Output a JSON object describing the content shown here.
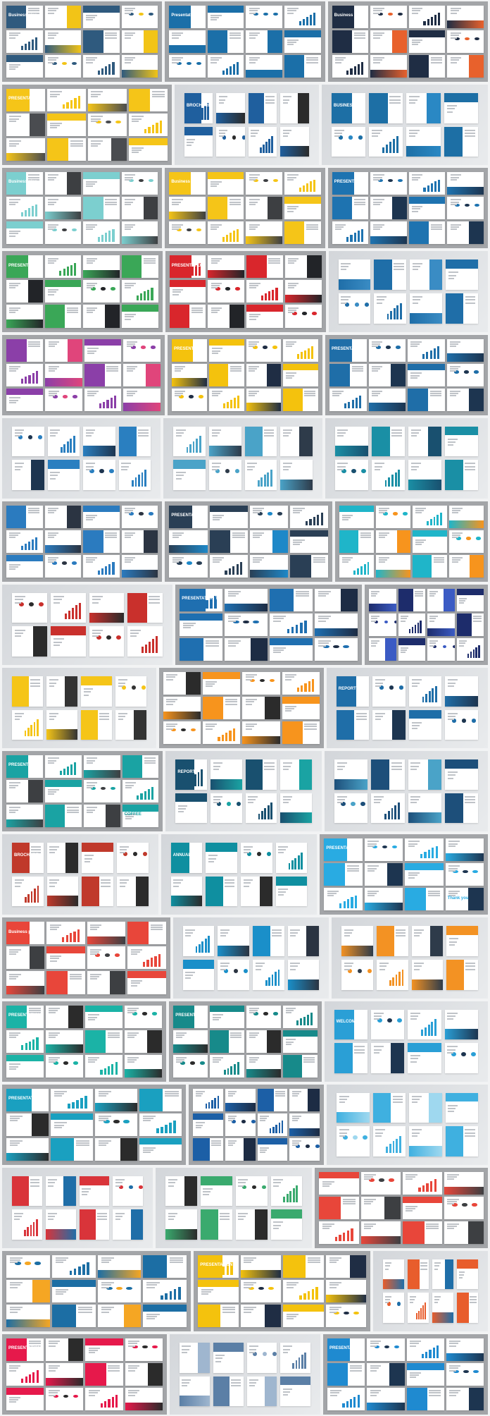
{
  "rows": [
    {
      "tiles": [
        {
          "kind": "deck",
          "accent": "#2f5a7e",
          "accent2": "#f2c417",
          "label": "Business plan"
        },
        {
          "kind": "deck",
          "accent": "#1b6fa8",
          "accent2": "#1b6fa8",
          "label": "Presentation"
        },
        {
          "kind": "deck",
          "accent": "#1f2d44",
          "accent2": "#e8612c",
          "label": "Business plan"
        }
      ],
      "widths": [
        1,
        1,
        1
      ]
    },
    {
      "tiles": [
        {
          "kind": "deck",
          "accent": "#f5c518",
          "accent2": "#4a4c50",
          "label": "PRESENTATION"
        },
        {
          "kind": "brochure",
          "accent": "#1f5f9e",
          "accent2": "#2b2b2b",
          "label": "BROCHURE"
        },
        {
          "kind": "brochure",
          "accent": "#1d6fa5",
          "accent2": "#2a88c4",
          "label": "BUSINESS REPORT"
        }
      ],
      "widths": [
        1.1,
        0.85,
        1.0
      ]
    },
    {
      "tiles": [
        {
          "kind": "deck",
          "accent": "#7ccfcf",
          "accent2": "#3d3f42",
          "label": "Business plan"
        },
        {
          "kind": "deck",
          "accent": "#f5c518",
          "accent2": "#3d3f42",
          "label": "Business plan"
        },
        {
          "kind": "deck",
          "accent": "#1e73b0",
          "accent2": "#1d3550",
          "label": "PRESENTATION"
        }
      ],
      "widths": [
        1,
        1,
        1
      ]
    },
    {
      "tiles": [
        {
          "kind": "deck",
          "accent": "#3aa757",
          "accent2": "#222428",
          "label": "PRESENTATION"
        },
        {
          "kind": "deck",
          "accent": "#d9262c",
          "accent2": "#222428",
          "label": "PRESENTATION"
        },
        {
          "kind": "brochure",
          "accent": "#1f6ea8",
          "accent2": "#3a8cc4",
          "label": ""
        }
      ],
      "widths": [
        1.0,
        1.0,
        0.92
      ]
    },
    {
      "tiles": [
        {
          "kind": "deck",
          "accent": "#8b3fa8",
          "accent2": "#e0457b",
          "label": ""
        },
        {
          "kind": "deck",
          "accent": "#f4c20d",
          "accent2": "#1f2d44",
          "label": "PRESENTATION"
        },
        {
          "kind": "deck",
          "accent": "#1f6ea8",
          "accent2": "#1d3550",
          "label": "PRESENTATION"
        }
      ],
      "widths": [
        1.0,
        0.95,
        1.0
      ]
    },
    {
      "tiles": [
        {
          "kind": "brochure",
          "accent": "#2a7fc0",
          "accent2": "#1d3550",
          "label": ""
        },
        {
          "kind": "brochure",
          "accent": "#4aa3c8",
          "accent2": "#2e3b4a",
          "label": ""
        },
        {
          "kind": "brochure",
          "accent": "#1a8fa5",
          "accent2": "#19506f",
          "label": ""
        }
      ],
      "widths": [
        1,
        1,
        1.03
      ]
    },
    {
      "tiles": [
        {
          "kind": "deck",
          "accent": "#2b7bbf",
          "accent2": "#2b3442",
          "label": ""
        },
        {
          "kind": "deck",
          "accent": "#2a3f55",
          "accent2": "#1e88c8",
          "label": "PRESENTATION"
        },
        {
          "kind": "deck",
          "accent": "#1fb5c9",
          "accent2": "#f7941d",
          "label": ""
        }
      ],
      "widths": [
        1.0,
        1.05,
        0.95
      ]
    },
    {
      "tiles": [
        {
          "kind": "brochure",
          "accent": "#c9302c",
          "accent2": "#2b2b2b",
          "label": ""
        },
        {
          "kind": "deck",
          "accent": "#1f6fb0",
          "accent2": "#1d2c44",
          "label": "PRESENTATION TEMPLATE"
        },
        {
          "kind": "deck",
          "accent": "#1d2c6b",
          "accent2": "#3b5bc4",
          "label": ""
        }
      ],
      "widths": [
        1.0,
        1.18,
        0.76
      ]
    },
    {
      "tiles": [
        {
          "kind": "brochure",
          "accent": "#f5c518",
          "accent2": "#333",
          "label": ""
        },
        {
          "kind": "deck",
          "accent": "#f7941d",
          "accent2": "#2b2b2b",
          "label": ""
        },
        {
          "kind": "brochure",
          "accent": "#1f6ea8",
          "accent2": "#1d3550",
          "label": "REPORT"
        }
      ],
      "widths": [
        0.93,
        1.08,
        0.98
      ]
    },
    {
      "tiles": [
        {
          "kind": "deck",
          "accent": "#1aa3a3",
          "accent2": "#3d3f42",
          "label": "PRESENTATION TEMPLATE",
          "extra": "COFFEE"
        },
        {
          "kind": "brochure",
          "accent": "#19506f",
          "accent2": "#1aa3a3",
          "label": "REPORT"
        },
        {
          "kind": "brochure",
          "accent": "#1d4f7a",
          "accent2": "#4aa3c8",
          "label": ""
        }
      ],
      "widths": [
        1.05,
        0.94,
        0.99
      ]
    },
    {
      "tiles": [
        {
          "kind": "brochure",
          "accent": "#c0392b",
          "accent2": "#2b2b2b",
          "label": "BROCHURE"
        },
        {
          "kind": "brochure",
          "accent": "#0f8fa0",
          "accent2": "#2b2b2b",
          "label": "ANNUAL REPORT"
        },
        {
          "kind": "deck",
          "accent": "#29abe2",
          "accent2": "#1d3550",
          "label": "PRESENTATION TEMPLATE",
          "extra": "Thank you"
        }
      ],
      "widths": [
        0.94,
        0.94,
        1.1
      ]
    },
    {
      "tiles": [
        {
          "kind": "deck",
          "accent": "#e8463a",
          "accent2": "#3d3f42",
          "label": "Business plan"
        },
        {
          "kind": "brochure",
          "accent": "#1a8fc9",
          "accent2": "#2b3442",
          "label": ""
        },
        {
          "kind": "brochure",
          "accent": "#f39223",
          "accent2": "#2e3b4a",
          "label": ""
        }
      ],
      "widths": [
        1.1,
        0.94,
        0.94
      ]
    },
    {
      "tiles": [
        {
          "kind": "deck",
          "accent": "#1bb3a6",
          "accent2": "#2b2b2b",
          "label": "PRESENTATION TEMPLATE"
        },
        {
          "kind": "deck",
          "accent": "#178a8a",
          "accent2": "#2b2b2b",
          "label": "PRESENTATION"
        },
        {
          "kind": "brochure",
          "accent": "#2a9fd6",
          "accent2": "#1d3550",
          "label": "WELCOME"
        }
      ],
      "widths": [
        1.05,
        0.97,
        0.97
      ]
    },
    {
      "tiles": [
        {
          "kind": "deck",
          "accent": "#1aa0c0",
          "accent2": "#2b2b2b",
          "label": "PRESENTATION"
        },
        {
          "kind": "deck",
          "accent": "#1c5fa6",
          "accent2": "#1d2c44",
          "label": ""
        },
        {
          "kind": "brochure",
          "accent": "#3fb0e0",
          "accent2": "#9fd8ef",
          "label": ""
        }
      ],
      "widths": [
        1.18,
        0.85,
        0.95
      ]
    },
    {
      "tiles": [
        {
          "kind": "brochure",
          "accent": "#d9343a",
          "accent2": "#1f6ea8",
          "label": ""
        },
        {
          "kind": "brochure",
          "accent": "#3aaa6e",
          "accent2": "#2b2b2b",
          "label": ""
        },
        {
          "kind": "deck",
          "accent": "#e8463a",
          "accent2": "#3d3f42",
          "label": ""
        }
      ],
      "widths": [
        0.9,
        0.94,
        1.13
      ]
    },
    {
      "tiles": [
        {
          "kind": "deck",
          "accent": "#1c6ea4",
          "accent2": "#f5a623",
          "label": ""
        },
        {
          "kind": "deck",
          "accent": "#f4c20d",
          "accent2": "#1f2d44",
          "label": "PRESENTATION"
        },
        {
          "kind": "brochure",
          "accent": "#e85d2c",
          "accent2": "#1f6ea8",
          "label": ""
        }
      ],
      "widths": [
        1.2,
        1.12,
        0.63
      ]
    },
    {
      "tiles": [
        {
          "kind": "deck",
          "accent": "#e6194b",
          "accent2": "#2b2b2b",
          "label": "PRESENTATION"
        },
        {
          "kind": "brochure",
          "accent": "#5b7fa6",
          "accent2": "#9fb6cf",
          "label": ""
        },
        {
          "kind": "deck",
          "accent": "#1f8ad0",
          "accent2": "#1d3550",
          "label": "PRESENTATION TEMPLATE"
        }
      ],
      "widths": [
        1.05,
        0.88,
        1.05
      ]
    }
  ]
}
